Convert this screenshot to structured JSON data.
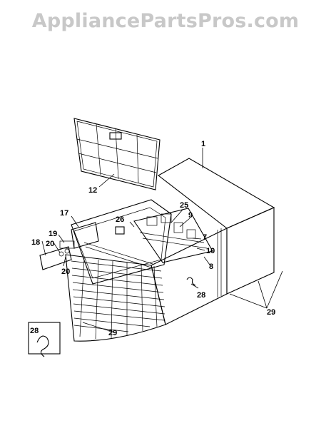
{
  "watermark": "AppliancePartsPros.com",
  "callouts": {
    "c1": "1",
    "c12": "12",
    "c25": "25",
    "c9": "9",
    "c26": "26",
    "c7": "7",
    "c10": "10",
    "c8": "8",
    "c17": "17",
    "c19": "19",
    "c18": "18",
    "c20a": "20",
    "c20b": "20",
    "c28a": "28",
    "c28b": "28",
    "c29a": "29",
    "c29b": "29"
  }
}
